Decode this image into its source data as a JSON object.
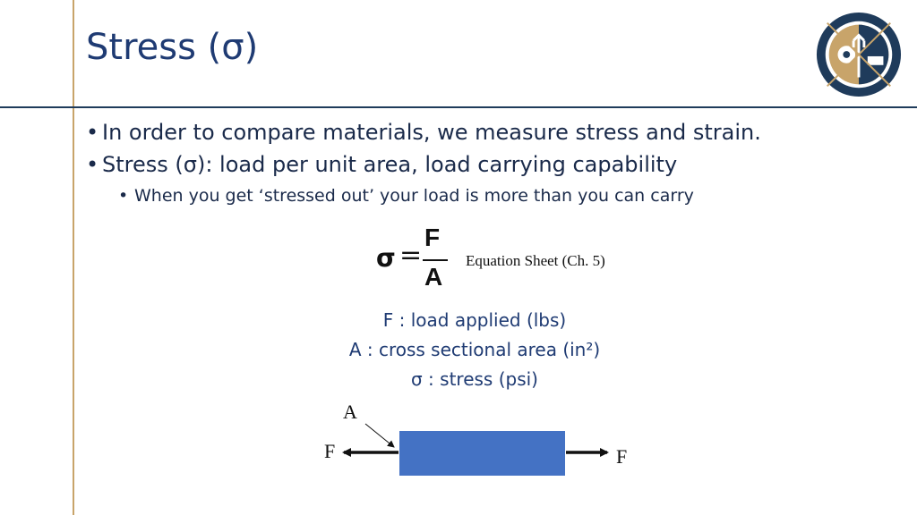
{
  "slide": {
    "title": "Stress (σ)",
    "bullets": [
      "In order to compare materials, we measure stress and strain.",
      "Stress (σ): load per unit area, load carrying capability"
    ],
    "sub_bullets": [
      "When you get ‘stressed out’ your load is more than you can carry"
    ]
  },
  "equation": {
    "lhs": "σ",
    "equals": "=",
    "numerator": "F",
    "denominator": "A",
    "note": "Equation Sheet (Ch. 5)"
  },
  "definitions": [
    "F : load applied (lbs)",
    "A : cross sectional area (in²)",
    "σ : stress (psi)"
  ],
  "diagram": {
    "area_label": "A",
    "left_force_label": "F",
    "right_force_label": "F",
    "bar_color": "#4472c4"
  },
  "colors": {
    "title": "#1f3b73",
    "accent_line": "#c8a46a",
    "divider": "#1f3b5b"
  }
}
